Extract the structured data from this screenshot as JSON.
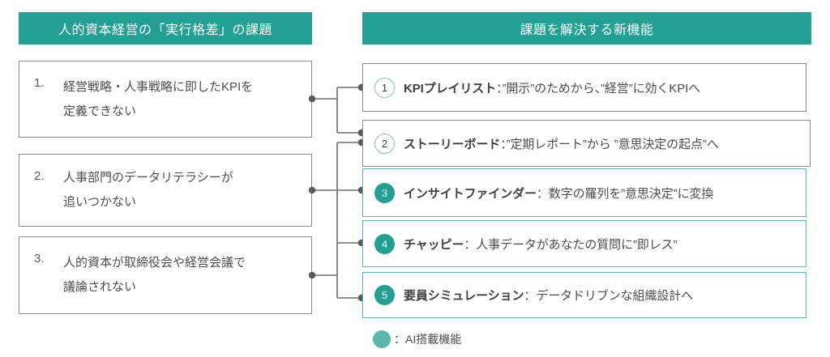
{
  "colors": {
    "accent_teal": "#23a094",
    "accent_teal_light": "#57b9ad",
    "badge_outline": "#7cc6bb",
    "box_border_gray": "#8a8a8a",
    "text_gray": "#4d4d4d",
    "connector_gray": "#6e6e6e",
    "header_text": "#ffffff",
    "background": "#ffffff"
  },
  "headers": {
    "left": "人的資本経営の「実行格差」の課題",
    "right": "課題を解決する新機能"
  },
  "problems": [
    {
      "number": "1.",
      "text": "経営戦略・人事戦略に即したKPIを\n定義できない"
    },
    {
      "number": "2.",
      "text": "人事部門のデータリテラシーが\n追いつかない"
    },
    {
      "number": "3.",
      "text": "人的資本が取締役会や経営会議で\n議論されない"
    }
  ],
  "features": [
    {
      "number": "1",
      "name": "KPIプレイリスト",
      "sep": "：",
      "desc": "”開示”のためから、”経営”に効くKPIへ",
      "ai": false
    },
    {
      "number": "2",
      "name": "ストーリーボード",
      "sep": "：",
      "desc": "”定期レポート”から ”意思決定の起点”へ",
      "ai": false
    },
    {
      "number": "3",
      "name": "インサイトファインダー",
      "sep": "：",
      "desc": "数字の羅列を”意思決定”に変換",
      "ai": true
    },
    {
      "number": "4",
      "name": "チャッピー",
      "sep": "：",
      "desc": "人事データがあなたの質問に”即レス”",
      "ai": true
    },
    {
      "number": "5",
      "name": "要員シミュレーション",
      "sep": "：",
      "desc": "データドリブンな組織設計へ",
      "ai": true
    }
  ],
  "legend": {
    "marker": "ai-filled-circle",
    "label": "：AI搭載機能"
  },
  "connections": [
    {
      "from": "problem-1",
      "to": [
        "feature-1",
        "feature-2"
      ]
    },
    {
      "from": "problem-2",
      "to": [
        "feature-3"
      ]
    },
    {
      "from": "problem-3",
      "to": [
        "feature-4",
        "feature-5"
      ]
    }
  ]
}
